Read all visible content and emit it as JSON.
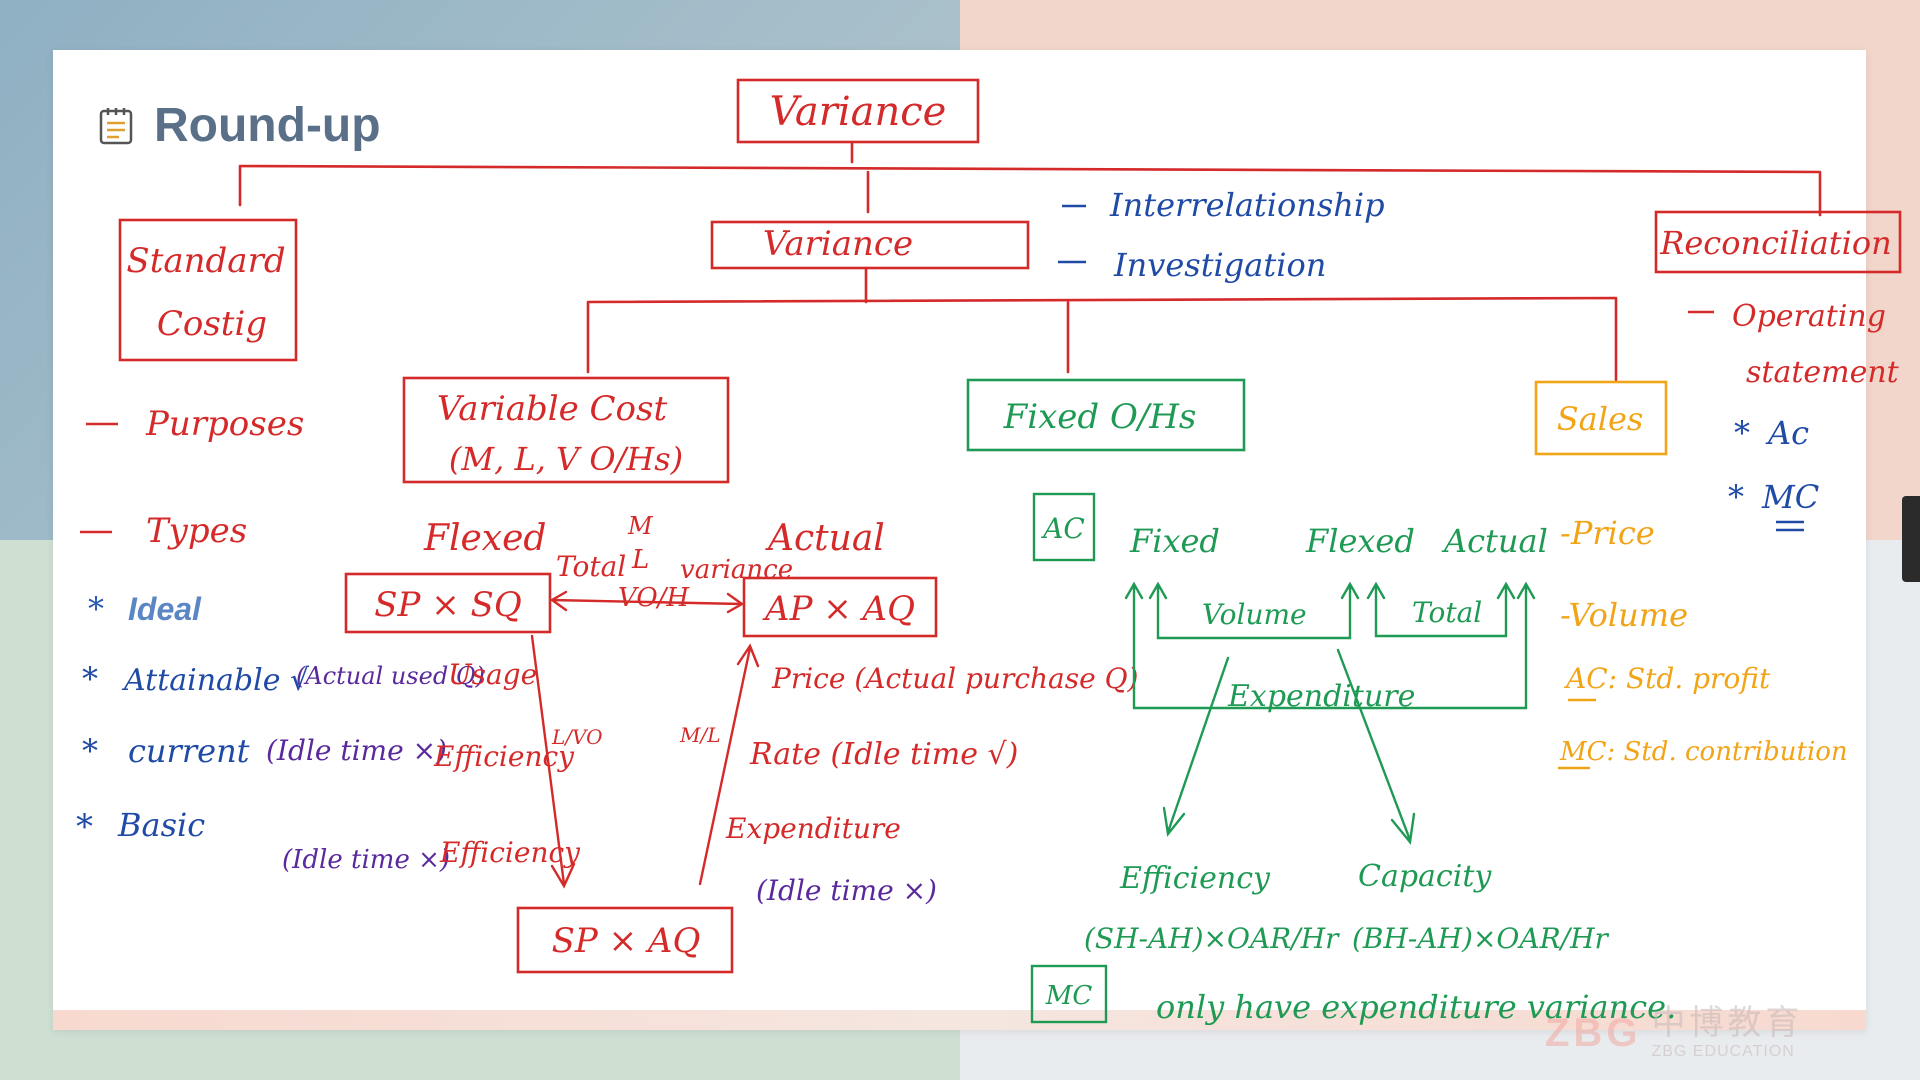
{
  "slide": {
    "title": "Round-up",
    "colors": {
      "red": "#d42a2a",
      "blue": "#1f4aa6",
      "green": "#1f9a54",
      "orange": "#f2a417",
      "purple": "#5a2a9c"
    }
  },
  "diagram": {
    "root": "Variance",
    "standard_costing": {
      "box": [
        "Standard",
        "Costig"
      ],
      "purposes": "Purposes",
      "types": "Types",
      "ideal": "Ideal",
      "attainable": "Attainable √",
      "current": "current",
      "basic": "Basic"
    },
    "variance_node": "Variance",
    "variance_notes": [
      "Interrelationship",
      "Investigation"
    ],
    "reconciliation": {
      "box": "Reconciliation",
      "item": [
        "Operating",
        "statement"
      ],
      "ac": "Ac",
      "mc": "MC"
    },
    "variable_cost": {
      "box": [
        "Variable Cost",
        "(M, L, V O/Hs)"
      ],
      "flexed": "Flexed",
      "actual": "Actual",
      "left_formula": "SP × SQ",
      "right_formula": "AP × AQ",
      "bottom_formula": "SP × AQ",
      "mid_labels": [
        "Total",
        "variance",
        "M",
        "L",
        "VO/H"
      ],
      "left_notes": [
        "(Actual used Q)",
        "Usage",
        "(Idle time ×)",
        "Efficiency",
        "(Idle time ×)",
        "Efficiency"
      ],
      "left_mark": "L/VO",
      "right_notes": [
        "Price (Actual purchase Q)",
        "Rate (Idle time √)",
        "Expenditure",
        "(Idle time ×)"
      ],
      "right_mark": "M/L"
    },
    "fixed_ohs": {
      "box": "Fixed O/Hs",
      "ac_box": "AC",
      "columns": [
        "Fixed",
        "Flexed",
        "Actual"
      ],
      "volume": "Volume",
      "total": "Total",
      "expenditure": "Expenditure",
      "efficiency": "Efficiency",
      "capacity": "Capacity",
      "eff_formula": "(SH-AH)×OAR/Hr",
      "cap_formula": "(BH-AH)×OAR/Hr",
      "mc_box": "MC",
      "mc_note": "only have expenditure variance."
    },
    "sales": {
      "box": "Sales",
      "price": "-Price",
      "volume": "-Volume",
      "ac_note": "AC: Std. profit",
      "mc_note": "MC: Std. contribution"
    }
  },
  "logo": {
    "mark": "ZBG",
    "cn": "中博教育",
    "en": "ZBG EDUCATION"
  }
}
